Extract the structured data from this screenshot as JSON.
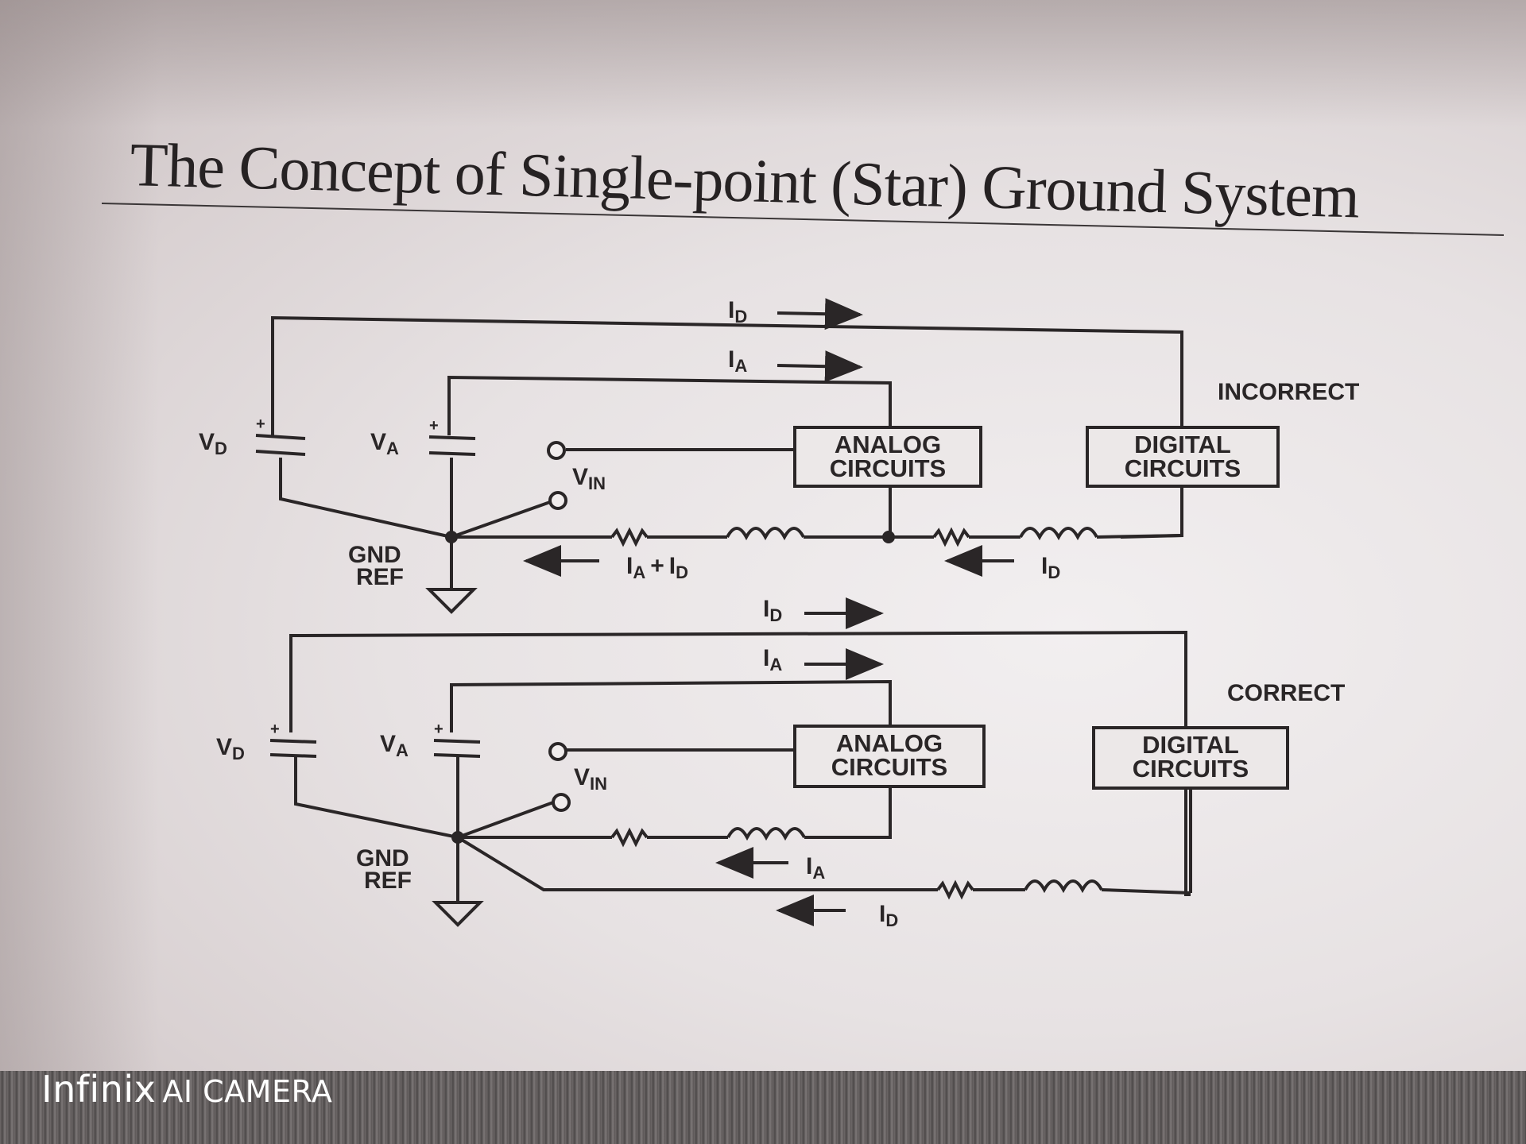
{
  "title": "The Concept of Single-point (Star) Ground System",
  "watermark": {
    "brand": "Infinix",
    "camera": "AI CAMERA"
  },
  "incorrect": {
    "label": "INCORRECT",
    "i_d_top": "I",
    "i_d_top_sub": "D",
    "i_a_top": "I",
    "i_a_top_sub": "A",
    "vd": "V",
    "vd_sub": "D",
    "va": "V",
    "va_sub": "A",
    "vin": "V",
    "vin_sub": "IN",
    "analog_1": "ANALOG",
    "analog_2": "CIRCUITS",
    "digital_1": "DIGITAL",
    "digital_2": "CIRCUITS",
    "gnd_1": "GND",
    "gnd_2": "REF",
    "i_sum_a": "I",
    "i_sum_a_sub": "A",
    "i_sum_plus": "+",
    "i_sum_d": "I",
    "i_sum_d_sub": "D",
    "i_d_ret": "I",
    "i_d_ret_sub": "D"
  },
  "correct": {
    "label": "CORRECT",
    "i_d_top": "I",
    "i_d_top_sub": "D",
    "i_a_top": "I",
    "i_a_top_sub": "A",
    "vd": "V",
    "vd_sub": "D",
    "va": "V",
    "va_sub": "A",
    "vin": "V",
    "vin_sub": "IN",
    "analog_1": "ANALOG",
    "analog_2": "CIRCUITS",
    "digital_1": "DIGITAL",
    "digital_2": "CIRCUITS",
    "gnd_1": "GND",
    "gnd_2": "REF",
    "i_a_ret": "I",
    "i_a_ret_sub": "A",
    "i_d_ret": "I",
    "i_d_ret_sub": "D"
  }
}
